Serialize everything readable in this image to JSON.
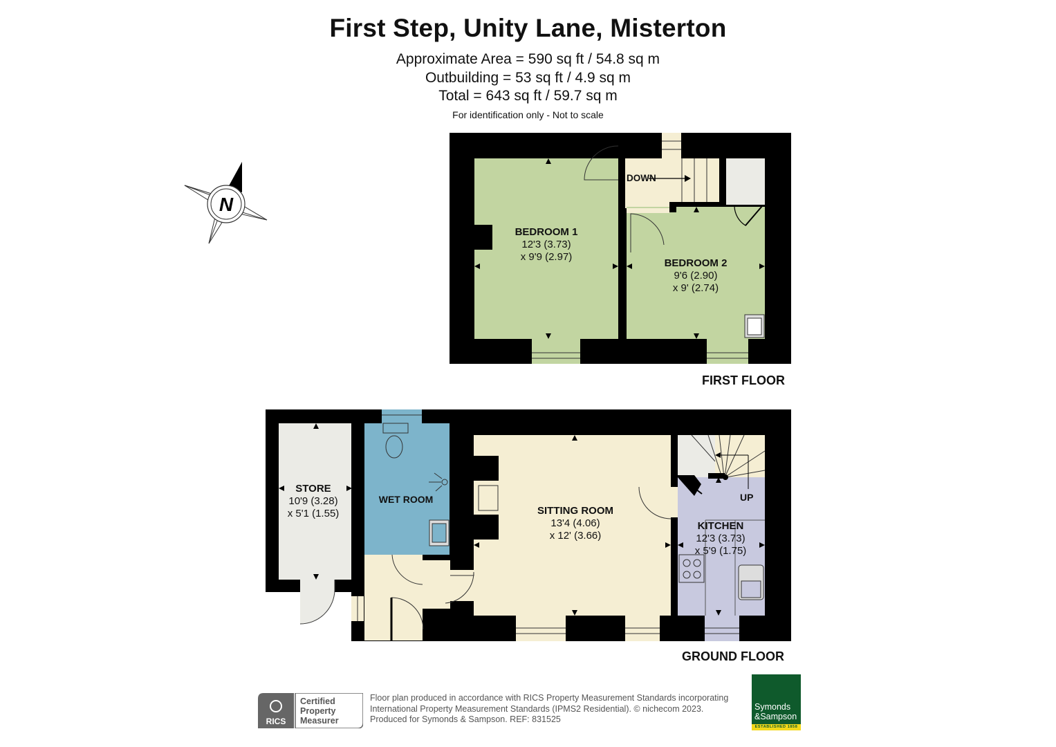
{
  "header": {
    "title": "First Step, Unity Lane, Misterton",
    "approx_area": "Approximate Area = 590 sq ft / 54.8 sq m",
    "outbuilding": "Outbuilding = 53 sq ft / 4.9 sq m",
    "total": "Total = 643 sq ft / 59.7 sq m",
    "note": "For identification only - Not to scale"
  },
  "compass": {
    "label": "N",
    "icon": "north-compass-icon"
  },
  "first_floor": {
    "label": "FIRST FLOOR",
    "stairs_label": "DOWN",
    "rooms": [
      {
        "name": "BEDROOM 1",
        "dim1": "12'3 (3.73)",
        "dim2": "x 9'9 (2.97)"
      },
      {
        "name": "BEDROOM 2",
        "dim1": "9'6 (2.90)",
        "dim2": "x 9' (2.74)"
      }
    ]
  },
  "ground_floor": {
    "label": "GROUND FLOOR",
    "stairs_label": "UP",
    "rooms": [
      {
        "name": "STORE",
        "dim1": "10'9 (3.28)",
        "dim2": "x 5'1 (1.55)"
      },
      {
        "name": "WET ROOM"
      },
      {
        "name": "SITTING ROOM",
        "dim1": "13'4 (4.06)",
        "dim2": "x 12' (3.66)"
      },
      {
        "name": "KITCHEN",
        "dim1": "12'3 (3.73)",
        "dim2": "x 5'9 (1.75)"
      }
    ]
  },
  "colors": {
    "wall": "#000000",
    "bedroom": "#c2d5a1",
    "wet_room": "#7db4cb",
    "hall_sitting": "#f5eed3",
    "kitchen": "#c8c9df",
    "store": "#ebebe6",
    "brand_green": "#0f5a2c",
    "brand_yellow": "#f2d81a"
  },
  "footer": {
    "rics_badge": {
      "logo_text": "RICS",
      "line1": "Certified",
      "line2": "Property",
      "line3": "Measurer"
    },
    "line1": "Floor plan produced in accordance with RICS Property Measurement Standards incorporating",
    "line2": "International Property Measurement Standards (IPMS2 Residential).   © nichecom 2023.",
    "line3": "Produced for Symonds & Sampson.   REF:  831525",
    "logo": {
      "line1": "Symonds",
      "line2": "&Sampson",
      "established": "ESTABLISHED 1858"
    }
  }
}
